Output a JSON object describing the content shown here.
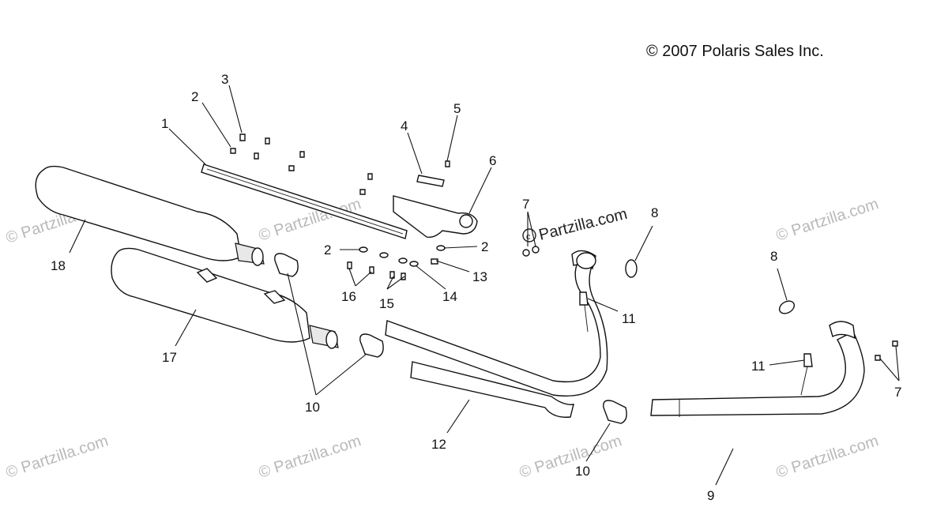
{
  "copyright": "© 2007 Polaris Sales Inc.",
  "watermark": "© Partzilla.com",
  "watermark_center": "Partzilla.com",
  "callouts": [
    {
      "id": "c1",
      "label": "1"
    },
    {
      "id": "c2a",
      "label": "2"
    },
    {
      "id": "c3",
      "label": "3"
    },
    {
      "id": "c4",
      "label": "4"
    },
    {
      "id": "c5",
      "label": "5"
    },
    {
      "id": "c6",
      "label": "6"
    },
    {
      "id": "c7a",
      "label": "7"
    },
    {
      "id": "c8a",
      "label": "8"
    },
    {
      "id": "c8b",
      "label": "8"
    },
    {
      "id": "c2b",
      "label": "2"
    },
    {
      "id": "c2c",
      "label": "2"
    },
    {
      "id": "c13",
      "label": "13"
    },
    {
      "id": "c14",
      "label": "14"
    },
    {
      "id": "c15",
      "label": "15"
    },
    {
      "id": "c16",
      "label": "16"
    },
    {
      "id": "c18",
      "label": "18"
    },
    {
      "id": "c17",
      "label": "17"
    },
    {
      "id": "c11a",
      "label": "11"
    },
    {
      "id": "c11b",
      "label": "11"
    },
    {
      "id": "c7b",
      "label": "7"
    },
    {
      "id": "c10a",
      "label": "10"
    },
    {
      "id": "c12",
      "label": "12"
    },
    {
      "id": "c10b",
      "label": "10"
    },
    {
      "id": "c9",
      "label": "9"
    }
  ]
}
